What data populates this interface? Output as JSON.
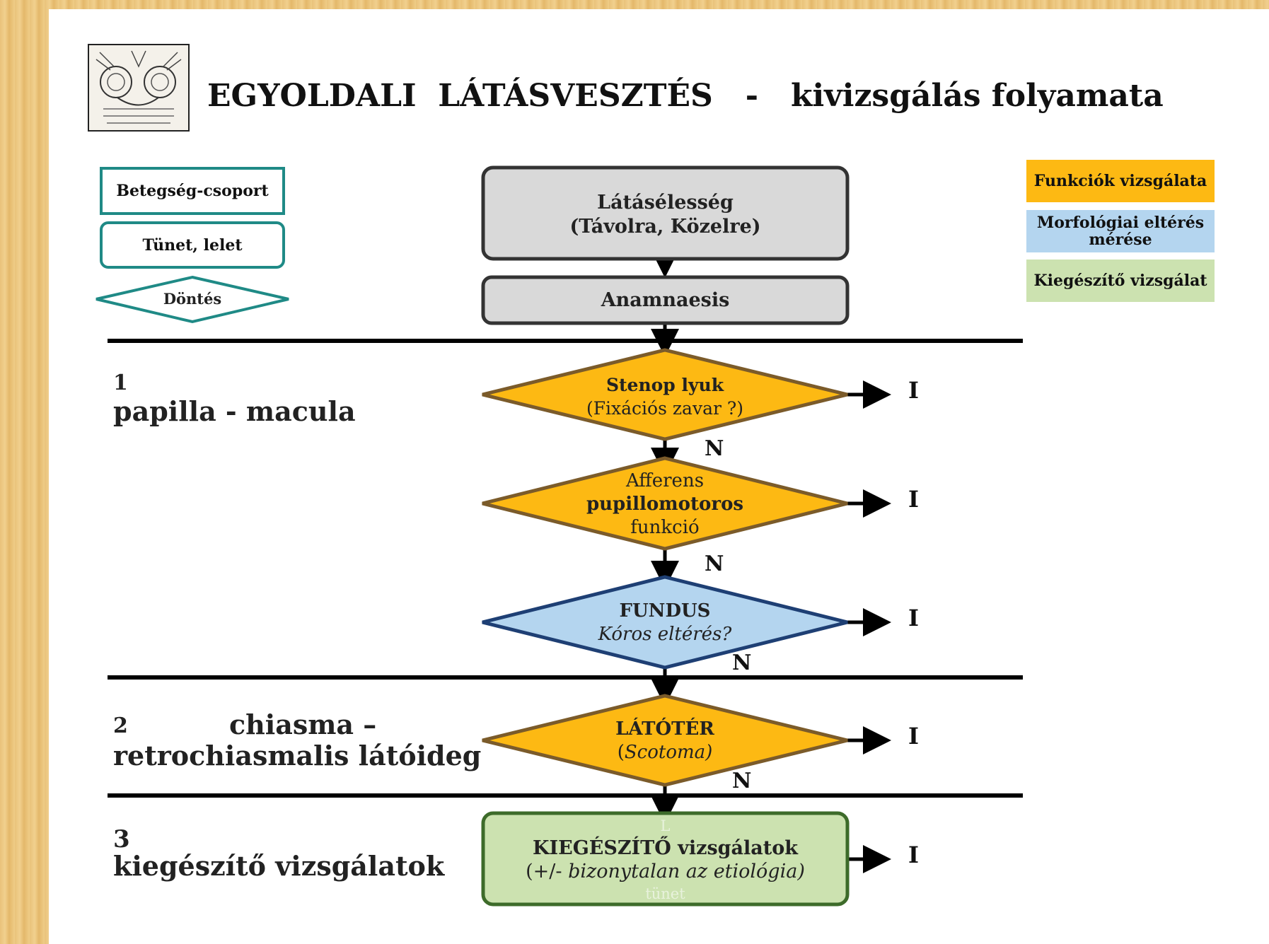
{
  "title": "EGYOLDALI  LÁTÁSVESZTÉS   -   kivizsgálás folyamata",
  "legend_left": {
    "group": "Betegség-csoport",
    "symptom": "Tünet,  lelet",
    "decision": "Döntés"
  },
  "legend_right": {
    "functions": "Funkciók vizsgálata",
    "morph_1": "Morfológiai eltérés",
    "morph_2": "mérése",
    "supplementary": "Kiegészítő vizsgálat"
  },
  "colors": {
    "functions": "#fdb913",
    "morphology": "#b4d5ef",
    "supplementary": "#cce2b0",
    "legend_border": "#1f8a86"
  },
  "nodes": {
    "acuity_1": "Látásélesség",
    "acuity_2": "(Távolra,  Közelre)",
    "anamnesis": "Anamnaesis",
    "stenop_1": "Stenop lyuk",
    "stenop_2": "(Fixációs zavar ?)",
    "afferens_1": "Afferens",
    "afferens_2": "pupillomotoros",
    "afferens_3": "funkció",
    "fundus_1": "FUNDUS",
    "fundus_2": "Kóros eltérés?",
    "field_1": "LÁTÓTÉR",
    "field_2_a": "(",
    "field_2_b": "Scotoma)",
    "kieg_1": "KIEGÉSZÍTŐ  vizsgálatok",
    "kieg_2_a": "(+/-  ",
    "kieg_2_b": "bizonytalan az etiológia)",
    "kieg_faint_top": "L",
    "kieg_faint_bottom": "tünet"
  },
  "sections": {
    "s1_num": "1",
    "s1_name": "papilla - macula",
    "s2_num": "2",
    "s2_name_a": "chiasma –",
    "s2_name_b": "retrochiasmalis látóideg",
    "s3_num": "3",
    "s3_name": "kiegészítő vizsgálatok"
  },
  "branch": {
    "yes": "I",
    "no": "N"
  }
}
